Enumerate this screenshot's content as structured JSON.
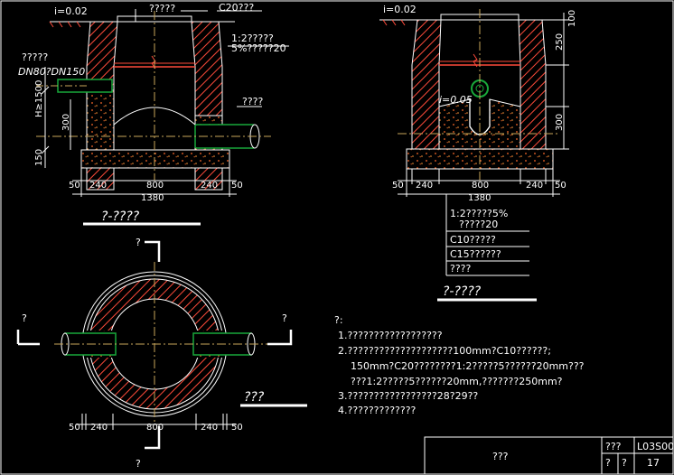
{
  "colors": {
    "background": "#000000",
    "line": "#ffffff",
    "wall_hatch": "#ff4b3a",
    "pipe": "#18a83a",
    "center_line": "#c8a65a",
    "concrete_dots": "#ff6b2b",
    "frame": "#ffffff"
  },
  "section1": {
    "slope": "i=0.02",
    "cover_label": "?????",
    "c20_label": "C20???",
    "mortar_note_1": "1:2?????",
    "mortar_note_2": "5%?????20",
    "left_label": "?????",
    "pipe_label": "DN80?DN150",
    "h_label": "H≥1500",
    "dim_300": "300",
    "dim_150": "150",
    "right_label": "????",
    "dims": [
      "50",
      "240",
      "800",
      "240",
      "50"
    ],
    "total": "1380",
    "title": "?-????"
  },
  "section2": {
    "slope": "i=0.02",
    "slope_inner": "i=0.05",
    "dim_100": "100",
    "dim_250": "250",
    "dim_300": "300",
    "dims": [
      "50",
      "240",
      "800",
      "240",
      "50"
    ],
    "total": "1380",
    "legend": [
      "1:2?????5%",
      "?????20",
      "C10?????",
      "C15??????",
      "????"
    ],
    "title": "?-????"
  },
  "plan": {
    "sec_marks": [
      "?",
      "?",
      "?",
      "?"
    ],
    "title": "???",
    "dims": [
      "50",
      "240",
      "800",
      "240",
      "50"
    ]
  },
  "notes": {
    "heading": "?:",
    "lines": [
      "1.??????????????????",
      "2.????????????????????100mm?C10??????;",
      "150mm?C20????????1:2?????5??????20mm???",
      "???1:2?????5??????20mm,???????250mm?",
      "3.?????????????????28?29??",
      "4.?????????????"
    ]
  },
  "title_block": {
    "name": "???",
    "label_1": "???",
    "code": "L03S00",
    "label_2": "?",
    "label_3": "?",
    "num": "17"
  }
}
